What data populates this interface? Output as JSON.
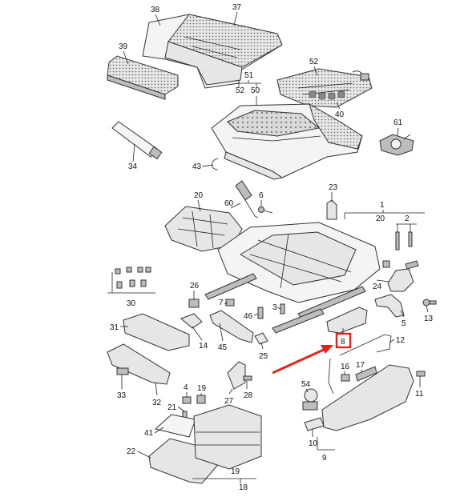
{
  "highlight_color": "#e0261c",
  "callouts": [
    {
      "id": "c38",
      "label": "38"
    },
    {
      "id": "c37",
      "label": "37"
    },
    {
      "id": "c39",
      "label": "39"
    },
    {
      "id": "c52a",
      "label": "52"
    },
    {
      "id": "c51",
      "label": "51"
    },
    {
      "id": "c52b",
      "label": "52"
    },
    {
      "id": "c50",
      "label": "50"
    },
    {
      "id": "c40",
      "label": "40"
    },
    {
      "id": "c61",
      "label": "61"
    },
    {
      "id": "c34",
      "label": "34"
    },
    {
      "id": "c43",
      "label": "43"
    },
    {
      "id": "c20a",
      "label": "20"
    },
    {
      "id": "c60",
      "label": "60"
    },
    {
      "id": "c6",
      "label": "6"
    },
    {
      "id": "c23",
      "label": "23"
    },
    {
      "id": "c1",
      "label": "1"
    },
    {
      "id": "c20b",
      "label": "20"
    },
    {
      "id": "c2",
      "label": "2"
    },
    {
      "id": "c30",
      "label": "30"
    },
    {
      "id": "c26",
      "label": "26"
    },
    {
      "id": "c7",
      "label": "7"
    },
    {
      "id": "c46",
      "label": "46"
    },
    {
      "id": "c3",
      "label": "3"
    },
    {
      "id": "c24",
      "label": "24"
    },
    {
      "id": "c5",
      "label": "5"
    },
    {
      "id": "c13",
      "label": "13"
    },
    {
      "id": "c31",
      "label": "31"
    },
    {
      "id": "c14",
      "label": "14"
    },
    {
      "id": "c45",
      "label": "45"
    },
    {
      "id": "c25",
      "label": "25"
    },
    {
      "id": "c8",
      "label": "8"
    },
    {
      "id": "c12",
      "label": "12"
    },
    {
      "id": "c33",
      "label": "33"
    },
    {
      "id": "c32",
      "label": "32"
    },
    {
      "id": "c4",
      "label": "4"
    },
    {
      "id": "c19a",
      "label": "19"
    },
    {
      "id": "c21",
      "label": "21"
    },
    {
      "id": "c27",
      "label": "27"
    },
    {
      "id": "c28",
      "label": "28"
    },
    {
      "id": "c16",
      "label": "16"
    },
    {
      "id": "c17",
      "label": "17"
    },
    {
      "id": "c54",
      "label": "54"
    },
    {
      "id": "c11",
      "label": "11"
    },
    {
      "id": "c41",
      "label": "41"
    },
    {
      "id": "c22",
      "label": "22"
    },
    {
      "id": "c10",
      "label": "10"
    },
    {
      "id": "c9",
      "label": "9"
    },
    {
      "id": "c19b",
      "label": "19"
    },
    {
      "id": "c18",
      "label": "18"
    }
  ]
}
